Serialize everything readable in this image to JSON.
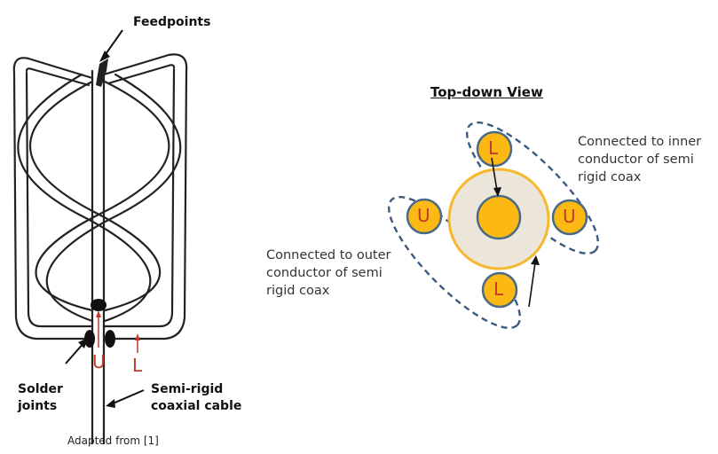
{
  "left_diagram": {
    "feedpoints": "Feedpoints",
    "u_mark": "U",
    "l_mark": "L",
    "solder_joints": [
      "Solder",
      "joints"
    ],
    "coax_cable": [
      "Semi-rigid",
      "coaxial cable"
    ],
    "credit": "Adapted from [1]"
  },
  "right_diagram": {
    "title": "Top-down View",
    "top_label": "L",
    "left_label": "U",
    "right_label": "U",
    "bottom_label": "L",
    "inner_note": [
      "Connected to inner",
      "conductor of semi",
      "rigid coax"
    ],
    "outer_note": [
      "Connected to outer",
      "conductor of semi",
      "rigid coax"
    ]
  },
  "colors": {
    "orange_fill": "#fdb913",
    "ring_stroke": "#f5b82e",
    "node_outline": "#4a6a85",
    "dash": "#3b5a80",
    "label_red": "#c0392b",
    "wire": "#222222"
  }
}
